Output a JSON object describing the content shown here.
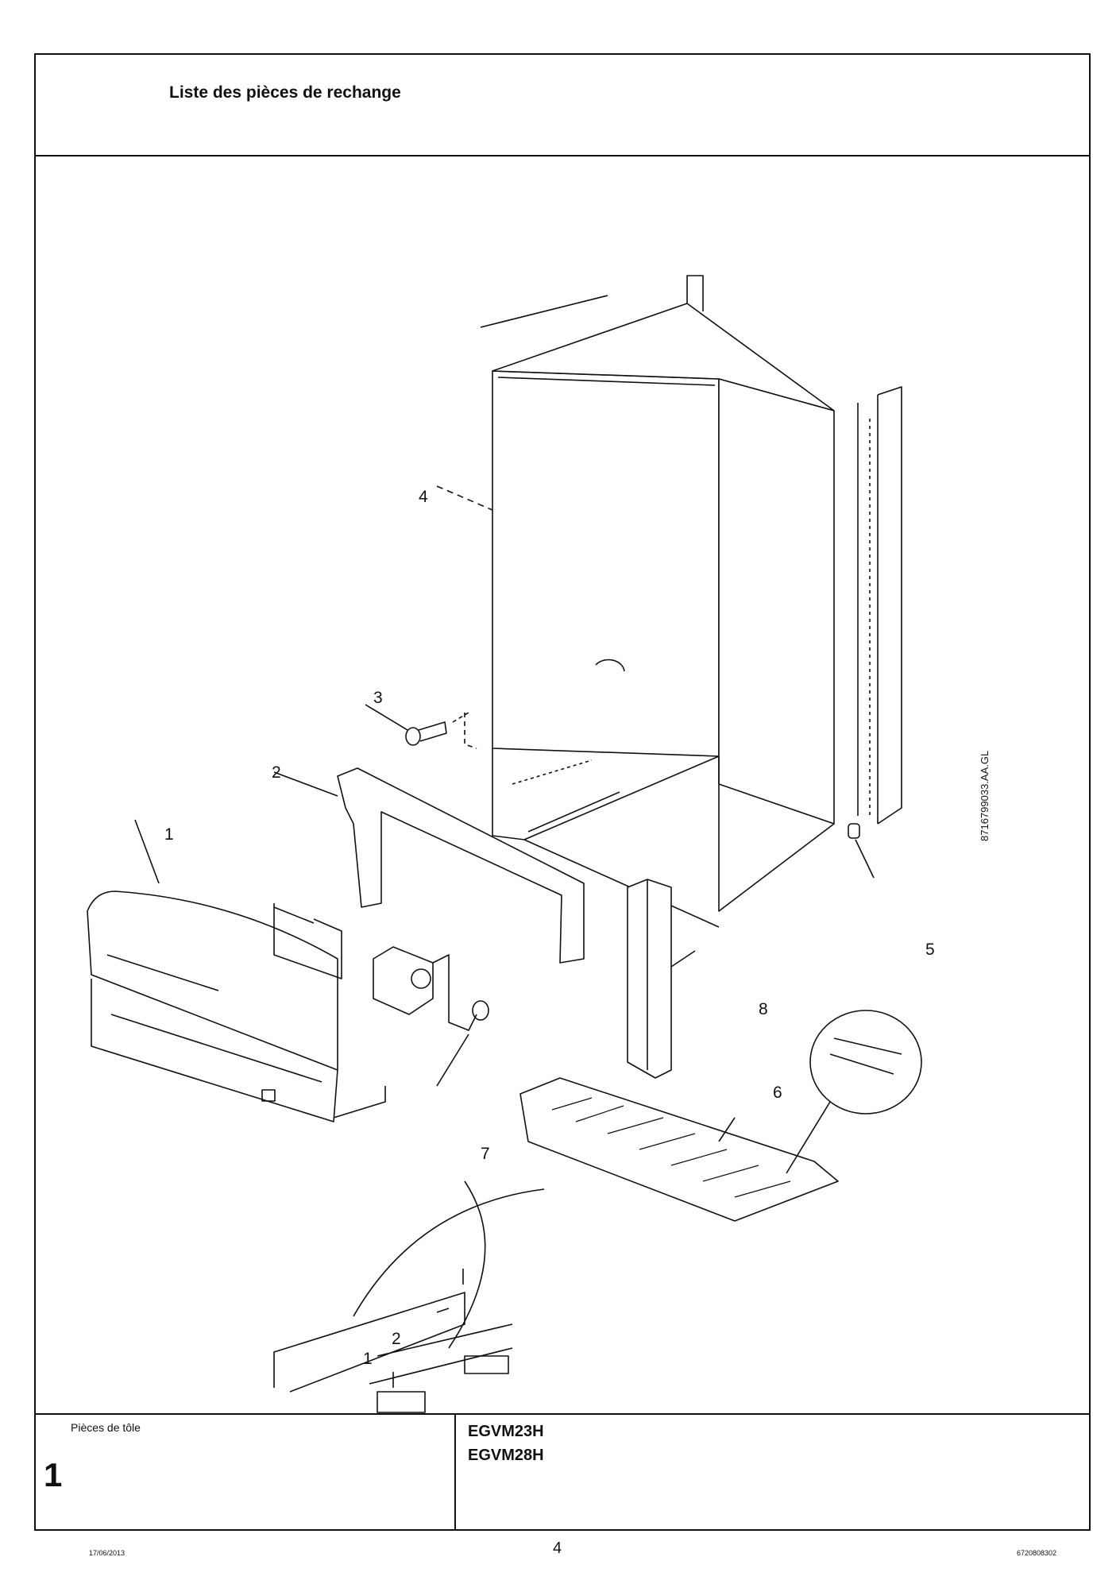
{
  "header": {
    "title": "Liste des pièces de rechange"
  },
  "drawing": {
    "callouts": [
      "1",
      "2",
      "3",
      "4",
      "5",
      "6",
      "7",
      "8"
    ],
    "detail_labels": [
      "1",
      "2"
    ],
    "part_number": "8716799033.AA.GL"
  },
  "footer": {
    "group_name": "Pièces de tôle",
    "group_number": "1",
    "models": [
      "EGVM23H",
      "EGVM28H"
    ]
  },
  "page": {
    "date": "17/06/2013",
    "number": "4",
    "doc_id": "6720808302"
  }
}
